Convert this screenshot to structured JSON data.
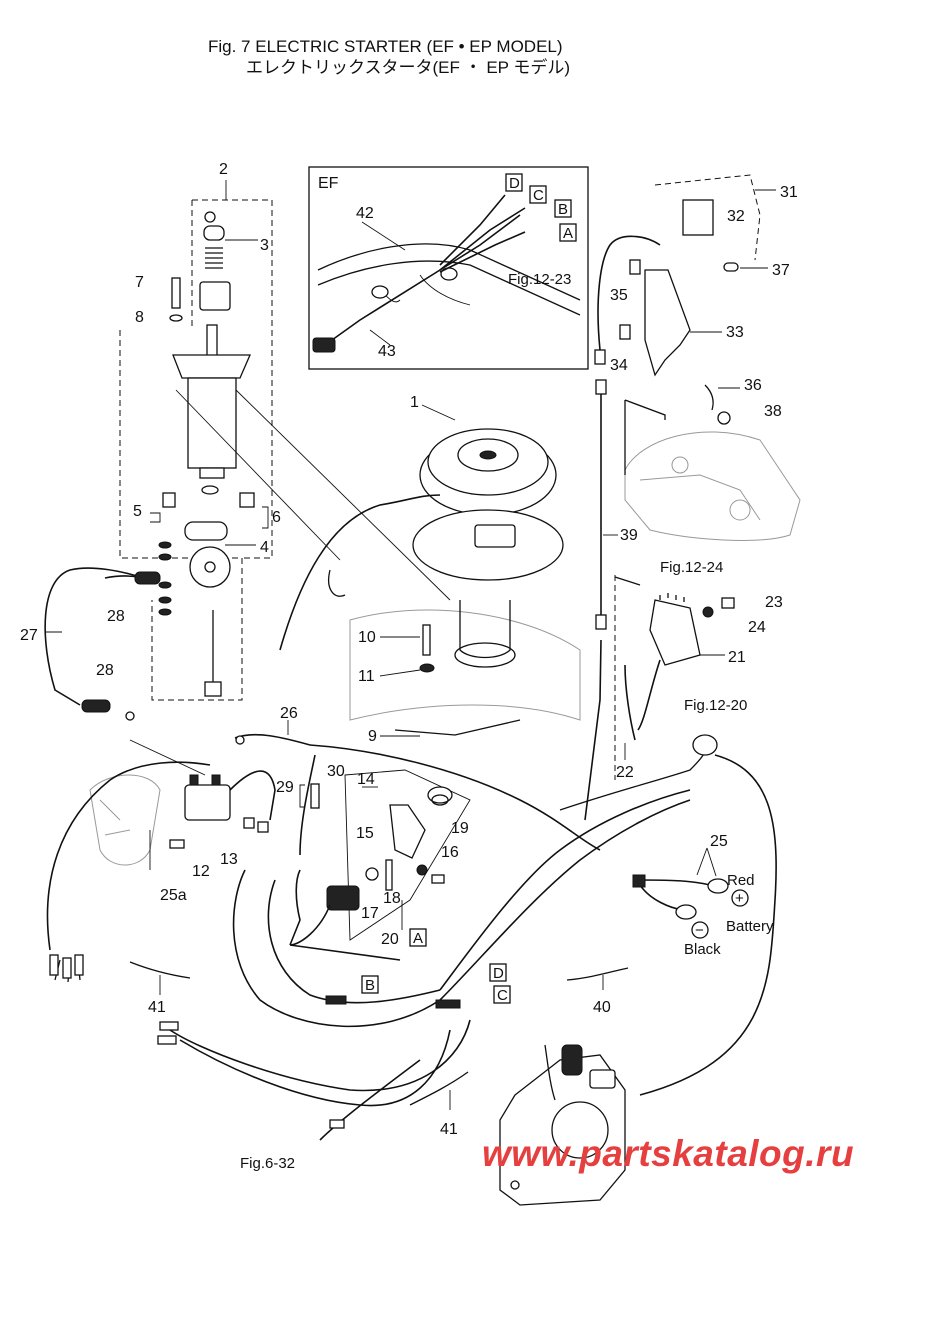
{
  "title": {
    "line1": "Fig. 7  ELECTRIC STARTER (EF • EP MODEL)",
    "line2": "エレクトリックスタータ(EF ・ EP モデル)"
  },
  "inset": {
    "label": "EF"
  },
  "callouts": {
    "c1": "1",
    "c2": "2",
    "c3": "3",
    "c4": "4",
    "c5": "5",
    "c6": "6",
    "c7": "7",
    "c8": "8",
    "c9": "9",
    "c10": "10",
    "c11": "11",
    "c12": "12",
    "c13": "13",
    "c14": "14",
    "c15": "15",
    "c16": "16",
    "c17": "17",
    "c18": "18",
    "c19": "19",
    "c20": "20",
    "c21": "21",
    "c22": "22",
    "c23": "23",
    "c24": "24",
    "c25": "25",
    "c25a": "25a",
    "c26": "26",
    "c27": "27",
    "c28a": "28",
    "c28b": "28",
    "c29": "29",
    "c30": "30",
    "c31": "31",
    "c32": "32",
    "c33": "33",
    "c34": "34",
    "c35": "35",
    "c36": "36",
    "c37": "37",
    "c38": "38",
    "c39": "39",
    "c40": "40",
    "c41a": "41",
    "c41b": "41",
    "c42": "42",
    "c43": "43"
  },
  "figure_refs": {
    "fig12_23": "Fig.12-23",
    "fig12_24": "Fig.12-24",
    "fig12_20": "Fig.12-20",
    "fig6_32": "Fig.6-32"
  },
  "connectors": {
    "inset": [
      "D",
      "C",
      "B",
      "A"
    ],
    "main_a": "A",
    "main_b": "B",
    "main_c": "C",
    "main_d": "D"
  },
  "battery": {
    "red": "Red",
    "plus": "+",
    "minus": "−",
    "black": "Black",
    "label": "Battery"
  },
  "watermark": "www.partskatalog.ru",
  "colors": {
    "watermark": "#e53f3f",
    "line": "#111111"
  }
}
